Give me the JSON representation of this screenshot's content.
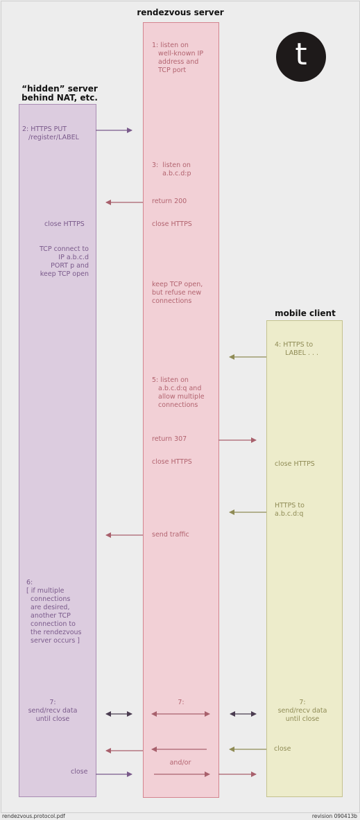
{
  "headers": {
    "rendezvous": "rendezvous server",
    "hidden": "“hidden” server\nbehind NAT, etc.",
    "mobile": "mobile client"
  },
  "logo_letter": "t",
  "steps": {
    "s1": "1: listen on\n   well-known IP\n   address and\n   TCP port",
    "s2": "2: HTTPS PUT\n   /register/LABEL",
    "s3": "3:  listen on\n     a.b.c.d:p",
    "return200": "return 200",
    "close_https_hidden": "close HTTPS",
    "close_https_rdv1": "close HTTPS",
    "tcp_connect": "TCP connect to\nIP a.b.c.d\nPORT p and\nkeep TCP open",
    "keep_tcp": "keep TCP open,\nbut refuse new\nconnections",
    "s4": "4: HTTPS to\n     LABEL . . .",
    "s5": "5: listen on\n   a.b.c.d:q and\n   allow multiple\n   connections",
    "return307": "return 307",
    "close_https_rdv2": "close HTTPS",
    "close_https_mobile": "close HTTPS",
    "https_to": "HTTPS to\na.b.c.d:q",
    "send_traffic": "send traffic",
    "s6": "6:\n[ if multiple\n  connections\n  are desired,\n  another TCP\n  connection to\n  the rendezvous\n  server occurs ]",
    "s7_hidden": "7:\nsend/recv data\nuntil close",
    "s7_rdv": "7:",
    "s7_mobile": "7:\nsend/recv data\nuntil close",
    "close_mobile": "close",
    "and_or": "and/or",
    "close_hidden": "close"
  },
  "footer": {
    "left": "rendezvous.protocol.pdf",
    "right": "revision 090413b"
  },
  "colors": {
    "purple_arrow": "#7a5a8b",
    "pink_arrow": "#a8606c",
    "olive_arrow": "#8f8b55",
    "dark_arrow": "#4a3c50"
  }
}
